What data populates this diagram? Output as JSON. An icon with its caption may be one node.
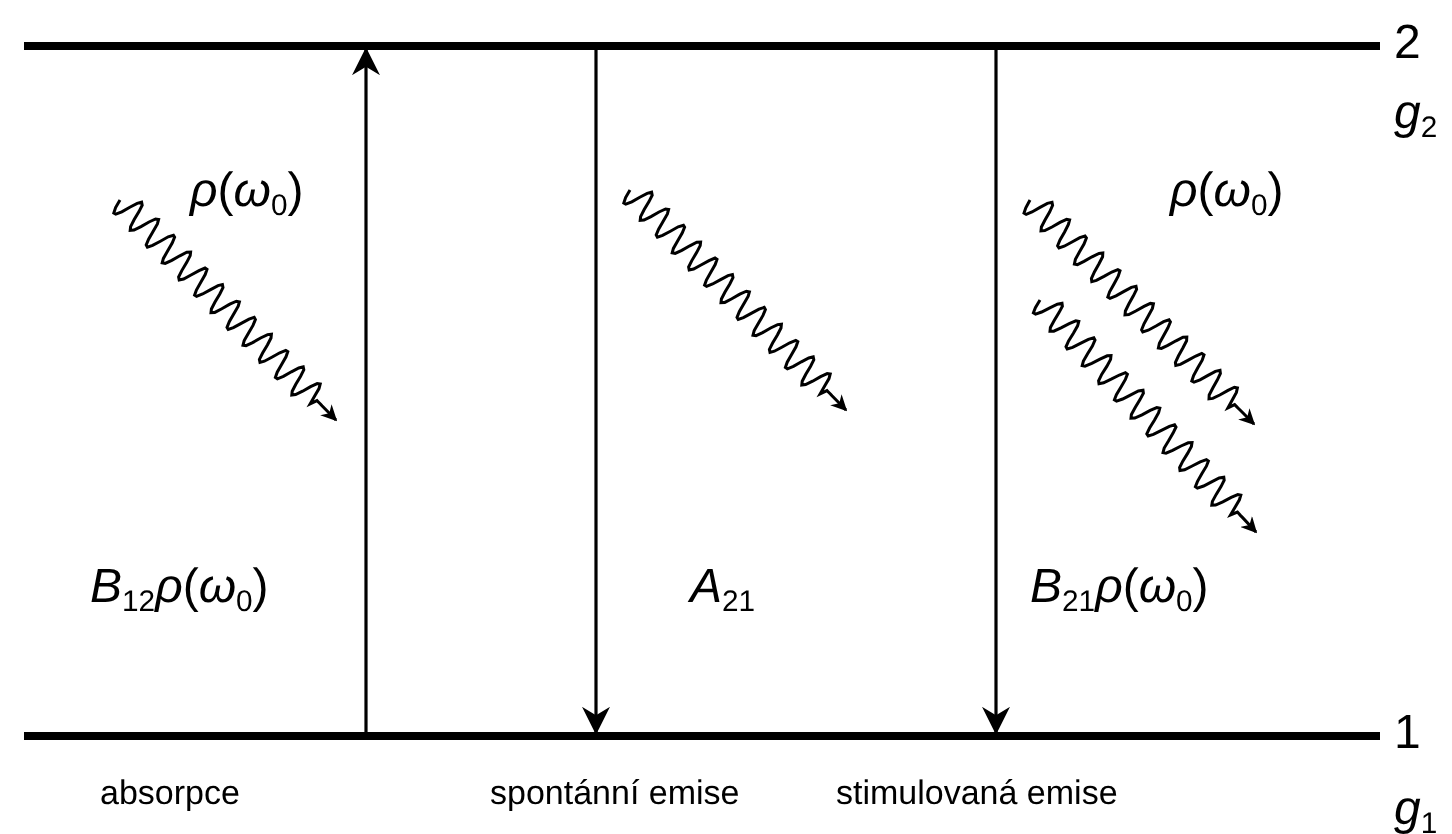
{
  "diagram": {
    "nodes": [
      {
        "text": [],
        "shape": "bar",
        "beside": [
          "2",
          "*g*$_{2}$"
        ]
      },
      {
        "text": [],
        "shape": "bar",
        "beside": [
          "1",
          "*g*$_{1}$"
        ]
      }
    ],
    "edges": [
      {
        "from": 1,
        "to": 0,
        "arrow": "to",
        "label": "*B*$_{12}$*ρ*(*ω*$_{0}$)"
      },
      {
        "from": 0,
        "to": 1,
        "arrow": "to",
        "label": "*A*$_{21}$"
      },
      {
        "from": 0,
        "to": 1,
        "arrow": "to",
        "label": "*B*$_{21}$*ρ*(*ω*$_{0}$)"
      }
    ],
    "labels": [
      "*ρ*(*ω*$_{0}$)",
      "*ρ*(*ω*$_{0}$)",
      "absorpce",
      "spontánní emise",
      "stimulovaná emise"
    ]
  }
}
